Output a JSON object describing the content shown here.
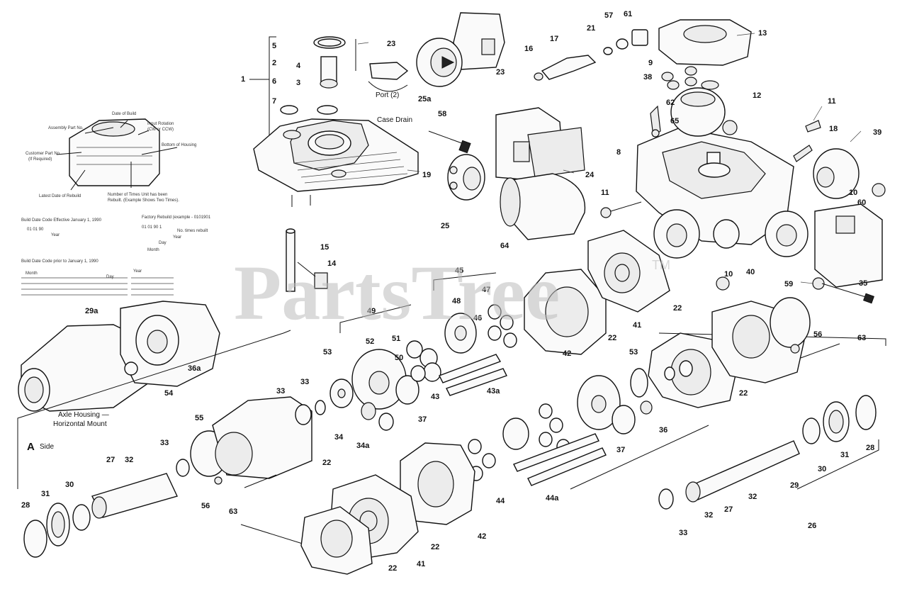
{
  "watermark": {
    "text": "PartsTree",
    "tm": "TM"
  },
  "annotations": {
    "case_drain": "Case Drain",
    "port": "Port (2)",
    "axle_housing_1": "Axle Housing —",
    "axle_housing_2": "Horizontal Mount",
    "side_letter": "A",
    "side_word": "Side"
  },
  "code_box": {
    "date_of_build": "Date of Build",
    "assembly_part_no": "Assembly Part No.",
    "input_rotation_1": "Input Rotation",
    "input_rotation_2": "(CW or CCW)",
    "customer_part_no_1": "Customer Part No.",
    "customer_part_no_2": "(If Required)",
    "bottom_of_housing": "Bottom of Housing",
    "latest_date": "Latest Date of Rebuild",
    "times_rebuilt_1": "Number of Times Unit has been",
    "times_rebuilt_2": "Rebuilt. (Example Shows Two Times).",
    "build_code_title": "Build Date Code Effective January 1, 1990",
    "factory_rebuild": "Factory Rebuild (example - 0101901",
    "build_code_prior": "Build Date Code prior to January 1, 1990",
    "year": "Year",
    "day": "Day",
    "month": "Month",
    "no_times": "No. times rebuilt",
    "code_example_1": "01 01 90",
    "code_example_2": "01 01 90 1"
  },
  "callouts": [
    {
      "id": "c1",
      "text": "1"
    },
    {
      "id": "c2",
      "text": "2"
    },
    {
      "id": "c3",
      "text": "3"
    },
    {
      "id": "c4",
      "text": "4"
    },
    {
      "id": "c5",
      "text": "5"
    },
    {
      "id": "c6",
      "text": "6"
    },
    {
      "id": "c7",
      "text": "7"
    },
    {
      "id": "c8",
      "text": "8"
    },
    {
      "id": "c9",
      "text": "9"
    },
    {
      "id": "c10a",
      "text": "10"
    },
    {
      "id": "c10b",
      "text": "10"
    },
    {
      "id": "c11a",
      "text": "11"
    },
    {
      "id": "c11b",
      "text": "11"
    },
    {
      "id": "c12",
      "text": "12"
    },
    {
      "id": "c13",
      "text": "13"
    },
    {
      "id": "c14",
      "text": "14"
    },
    {
      "id": "c15",
      "text": "15"
    },
    {
      "id": "c16",
      "text": "16"
    },
    {
      "id": "c17",
      "text": "17"
    },
    {
      "id": "c18",
      "text": "18"
    },
    {
      "id": "c19",
      "text": "19"
    },
    {
      "id": "c21",
      "text": "21"
    },
    {
      "id": "c22a",
      "text": "22"
    },
    {
      "id": "c22b",
      "text": "22"
    },
    {
      "id": "c22c",
      "text": "22"
    },
    {
      "id": "c22d",
      "text": "22"
    },
    {
      "id": "c22e",
      "text": "22"
    },
    {
      "id": "c22f",
      "text": "22"
    },
    {
      "id": "c23a",
      "text": "23"
    },
    {
      "id": "c23b",
      "text": "23"
    },
    {
      "id": "c24",
      "text": "24"
    },
    {
      "id": "c25",
      "text": "25"
    },
    {
      "id": "c25a",
      "text": "25a"
    },
    {
      "id": "c26",
      "text": "26"
    },
    {
      "id": "c27a",
      "text": "27"
    },
    {
      "id": "c27b",
      "text": "27"
    },
    {
      "id": "c28a",
      "text": "28"
    },
    {
      "id": "c28b",
      "text": "28"
    },
    {
      "id": "c29",
      "text": "29"
    },
    {
      "id": "c29a",
      "text": "29a"
    },
    {
      "id": "c30a",
      "text": "30"
    },
    {
      "id": "c30b",
      "text": "30"
    },
    {
      "id": "c31a",
      "text": "31"
    },
    {
      "id": "c31b",
      "text": "31"
    },
    {
      "id": "c32a",
      "text": "32"
    },
    {
      "id": "c32b",
      "text": "32"
    },
    {
      "id": "c32c",
      "text": "32"
    },
    {
      "id": "c33a",
      "text": "33"
    },
    {
      "id": "c33b",
      "text": "33"
    },
    {
      "id": "c33c",
      "text": "33"
    },
    {
      "id": "c33d",
      "text": "33"
    },
    {
      "id": "c34",
      "text": "34"
    },
    {
      "id": "c34a",
      "text": "34a"
    },
    {
      "id": "c35",
      "text": "35"
    },
    {
      "id": "c36a",
      "text": "36"
    },
    {
      "id": "c36b",
      "text": "36a"
    },
    {
      "id": "c37a",
      "text": "37"
    },
    {
      "id": "c37b",
      "text": "37"
    },
    {
      "id": "c38",
      "text": "38"
    },
    {
      "id": "c39",
      "text": "39"
    },
    {
      "id": "c40",
      "text": "40"
    },
    {
      "id": "c41a",
      "text": "41"
    },
    {
      "id": "c41b",
      "text": "41"
    },
    {
      "id": "c42a",
      "text": "42"
    },
    {
      "id": "c42b",
      "text": "42"
    },
    {
      "id": "c43",
      "text": "43"
    },
    {
      "id": "c43a",
      "text": "43a"
    },
    {
      "id": "c44",
      "text": "44"
    },
    {
      "id": "c44a",
      "text": "44a"
    },
    {
      "id": "c45",
      "text": "45"
    },
    {
      "id": "c46",
      "text": "46"
    },
    {
      "id": "c47",
      "text": "47"
    },
    {
      "id": "c48",
      "text": "48"
    },
    {
      "id": "c49",
      "text": "49"
    },
    {
      "id": "c50",
      "text": "50"
    },
    {
      "id": "c51",
      "text": "51"
    },
    {
      "id": "c52",
      "text": "52"
    },
    {
      "id": "c53a",
      "text": "53"
    },
    {
      "id": "c53b",
      "text": "53"
    },
    {
      "id": "c54",
      "text": "54"
    },
    {
      "id": "c55",
      "text": "55"
    },
    {
      "id": "c56a",
      "text": "56"
    },
    {
      "id": "c56b",
      "text": "56"
    },
    {
      "id": "c57",
      "text": "57"
    },
    {
      "id": "c58",
      "text": "58"
    },
    {
      "id": "c59",
      "text": "59"
    },
    {
      "id": "c60",
      "text": "60"
    },
    {
      "id": "c61",
      "text": "61"
    },
    {
      "id": "c62",
      "text": "62"
    },
    {
      "id": "c63a",
      "text": "63"
    },
    {
      "id": "c63b",
      "text": "63"
    },
    {
      "id": "c64",
      "text": "64"
    },
    {
      "id": "c65",
      "text": "65"
    }
  ]
}
